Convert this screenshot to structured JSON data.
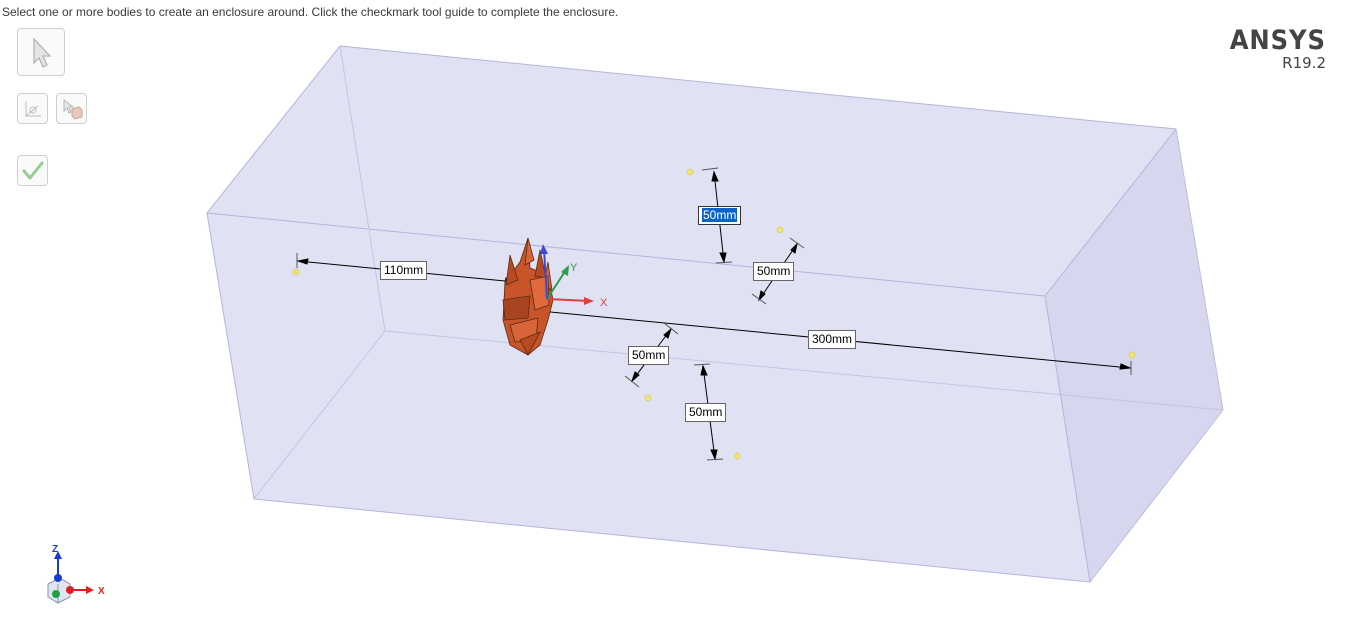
{
  "instruction": "Select one or more bodies to create an enclosure around. Click the checkmark tool guide to complete the enclosure.",
  "logo": {
    "brand": "ANSYS",
    "version": "R19.2"
  },
  "tools": {
    "select_icon": "select-arrow-icon",
    "select_bodies_icon": "select-bodies-icon",
    "select_box_icon": "select-box-icon",
    "complete_icon": "checkmark-icon"
  },
  "dimensions": {
    "top_offset": "50mm",
    "back_offset": "50mm",
    "left_offset": "110mm",
    "front_offset": "50mm",
    "bottom_offset": "50mm",
    "right_offset": "300mm"
  },
  "model_axes": {
    "x": "X",
    "y": "Y"
  },
  "triad": {
    "z": "Z",
    "x": "X"
  },
  "colors": {
    "enclosure_fill": "#dcdcf2",
    "enclosure_edge": "#b4b4dc",
    "body": "#c8542a",
    "selected_dim": "#0a64c8"
  }
}
